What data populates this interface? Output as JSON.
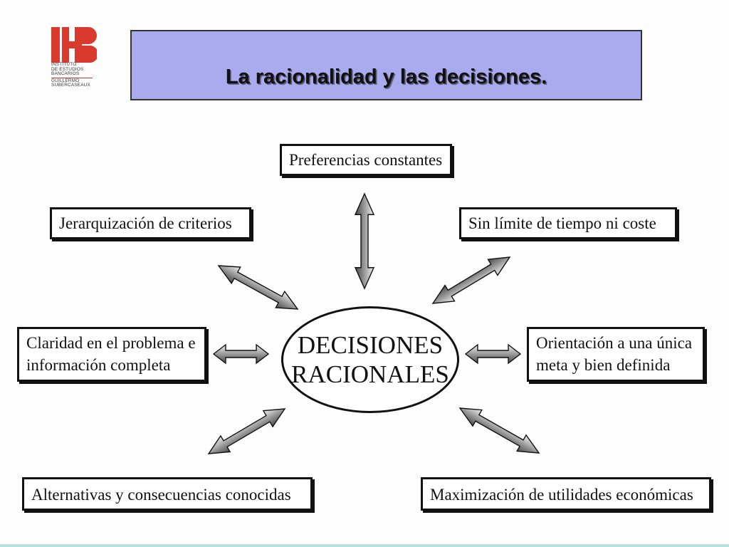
{
  "logo": {
    "lines": [
      "INSTITUTO",
      "DE ESTUDIOS",
      "BANCARIOS",
      "GUILLERMO",
      "SUBERCASEAUX"
    ],
    "colors": {
      "primary": "#d83a2e"
    }
  },
  "title": "La racionalidad y las decisiones.",
  "center": {
    "line1": "DECISIONES",
    "line2": "RACIONALES"
  },
  "boxes": {
    "top": "Preferencias constantes",
    "upper_left": "Jerarquización de criterios",
    "upper_right": "Sin límite de tiempo ni coste",
    "mid_left_1": "Claridad en el problema e",
    "mid_left_2": "información completa",
    "mid_right_1": "Orientación a una única",
    "mid_right_2": "meta y bien definida",
    "bottom_left": "Alternativas y consecuencias conocidas",
    "bottom_right": "Maximización de utilidades económicas"
  },
  "colors": {
    "banner": "#aaaaee",
    "border": "#111111",
    "arrow_light": "#e6e6e6",
    "arrow_dark": "#5a5a5a"
  }
}
